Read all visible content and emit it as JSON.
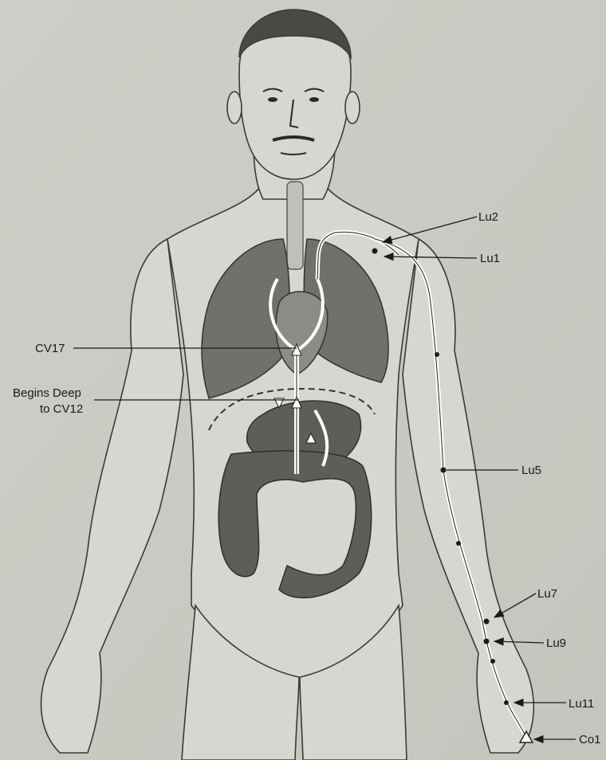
{
  "labels": {
    "lu2": "Lu2",
    "lu1": "Lu1",
    "cv17": "CV17",
    "begins_line1": "Begins Deep",
    "begins_line2": "to CV12",
    "lu5": "Lu5",
    "lu7": "Lu7",
    "lu9": "Lu9",
    "lu11": "Lu11",
    "co1": "Co1"
  }
}
